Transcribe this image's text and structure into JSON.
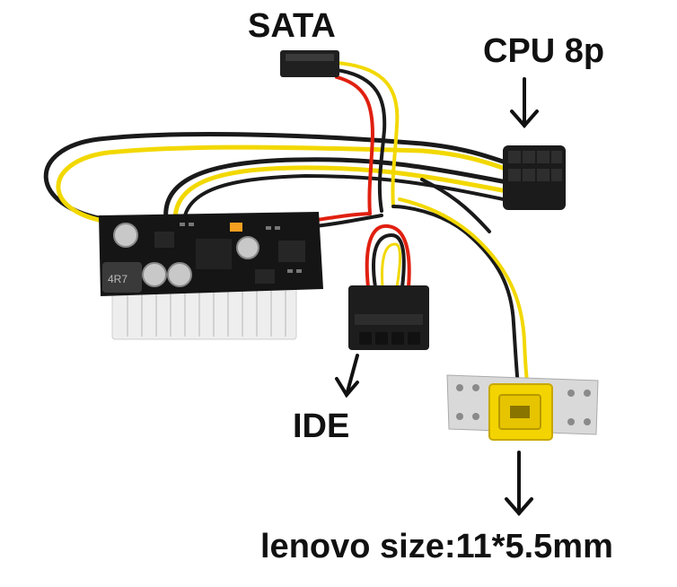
{
  "labels": {
    "sata": "SATA",
    "cpu": "CPU 8p",
    "ide": "IDE",
    "lenovo": "lenovo size:11*5.5mm"
  },
  "colors": {
    "background": "#ffffff",
    "pcb": "#151515",
    "connector_white": "#eeeeee",
    "wire_yellow": "#f2d800",
    "wire_black": "#1a1a1a",
    "wire_red": "#e02010",
    "barrel_yellow": "#f3d400"
  },
  "icons": [
    "arrow-down-icon"
  ]
}
